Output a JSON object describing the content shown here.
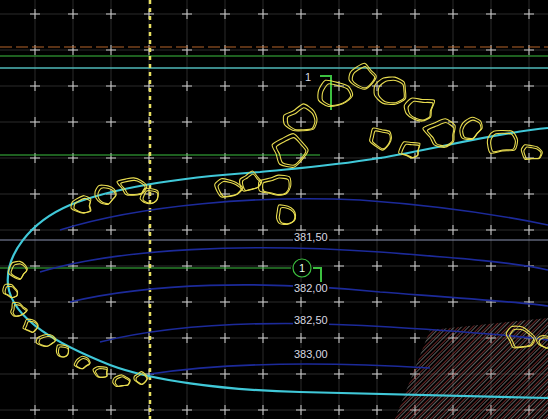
{
  "diagram": {
    "nodes": [
      {
        "text": [
          "1"
        ]
      }
    ],
    "labels": [
      "1",
      "381,50",
      "382,00",
      "382,50",
      "383,00"
    ]
  }
}
